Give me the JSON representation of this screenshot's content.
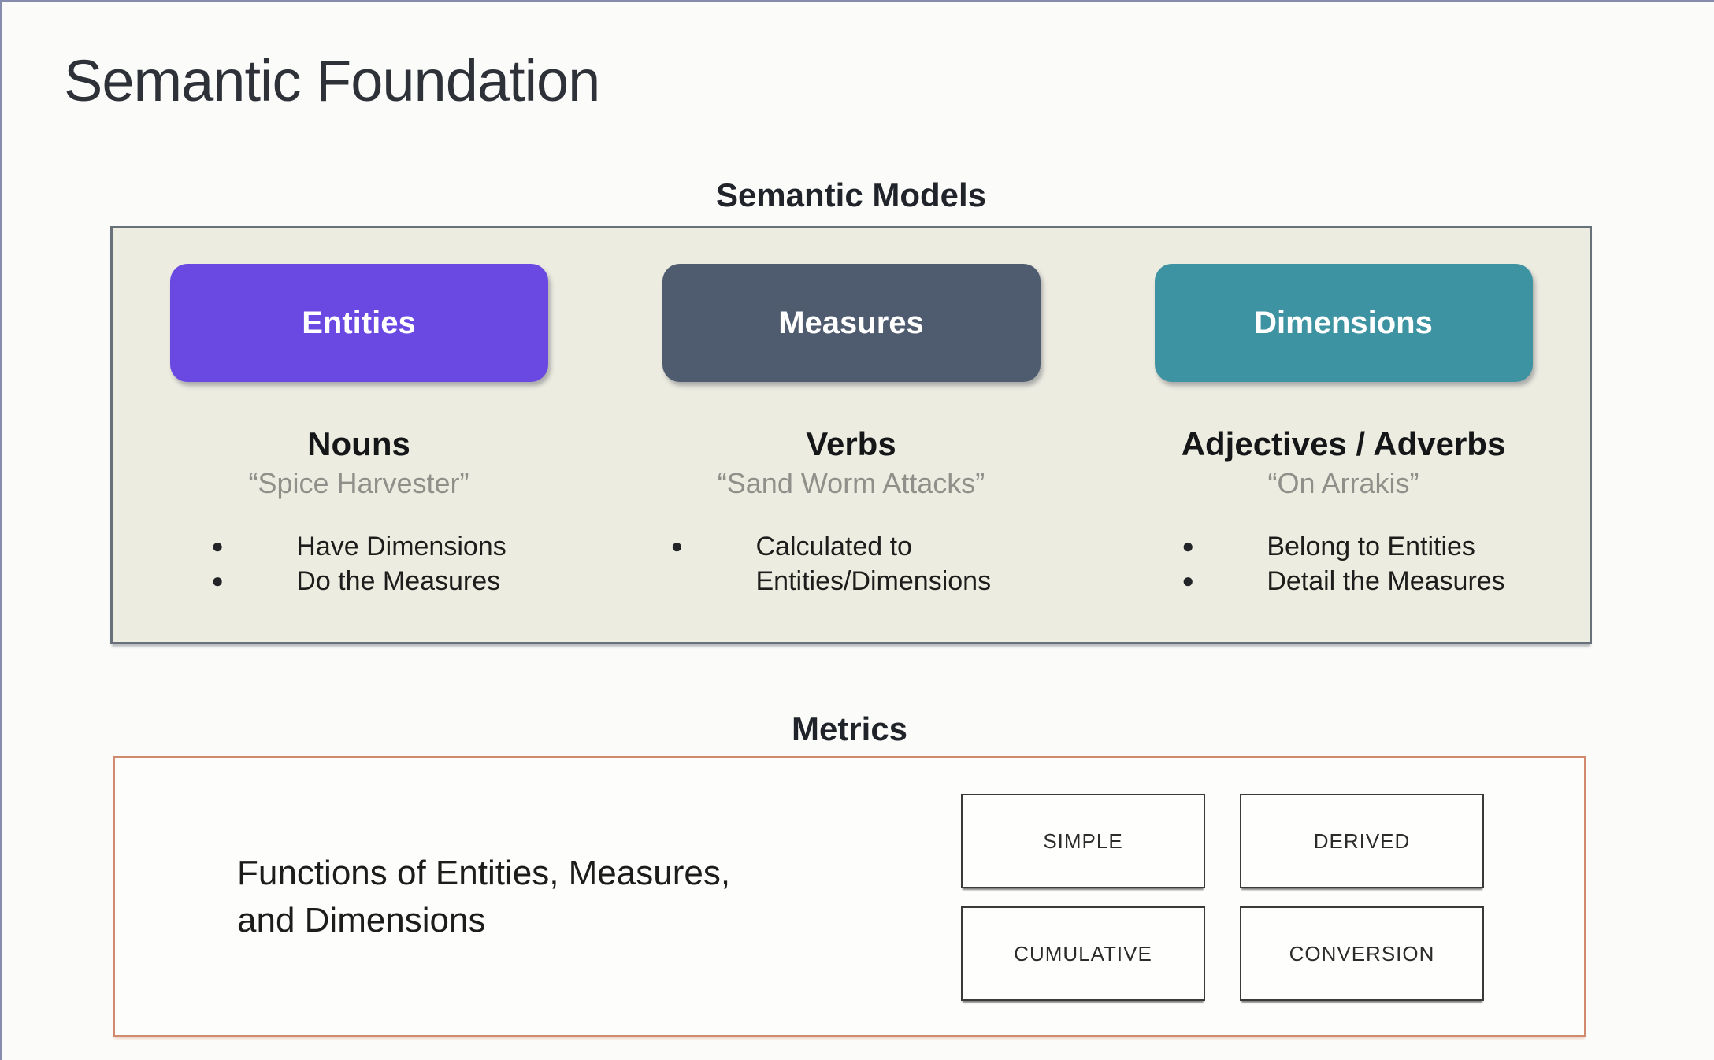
{
  "page": {
    "title": "Semantic Foundation"
  },
  "colors": {
    "entities_button": "#6a49e2",
    "measures_button": "#4f5b6e",
    "dimensions_button": "#3e93a2",
    "models_box_background": "#edece1",
    "metrics_box_border": "#d18a6d"
  },
  "semantic_models": {
    "heading": "Semantic Models",
    "columns": [
      {
        "button": "Entities",
        "button_color": "#6a49e2",
        "role": "Nouns",
        "example": "“Spice Harvester”",
        "bullets": [
          "Have Dimensions",
          "Do the Measures"
        ]
      },
      {
        "button": "Measures",
        "button_color": "#4f5b6e",
        "role": "Verbs",
        "example": "“Sand Worm Attacks”",
        "bullets": [
          "Calculated to Entities/Dimensions"
        ]
      },
      {
        "button": "Dimensions",
        "button_color": "#3e93a2",
        "role": "Adjectives / Adverbs",
        "example": "“On Arrakis”",
        "bullets": [
          "Belong to Entities",
          "Detail the Measures"
        ]
      }
    ]
  },
  "metrics": {
    "heading": "Metrics",
    "description_line1": "Functions of Entities, Measures,",
    "description_line2": "and Dimensions",
    "types": [
      "SIMPLE",
      "DERIVED",
      "CUMULATIVE",
      "CONVERSION"
    ]
  }
}
